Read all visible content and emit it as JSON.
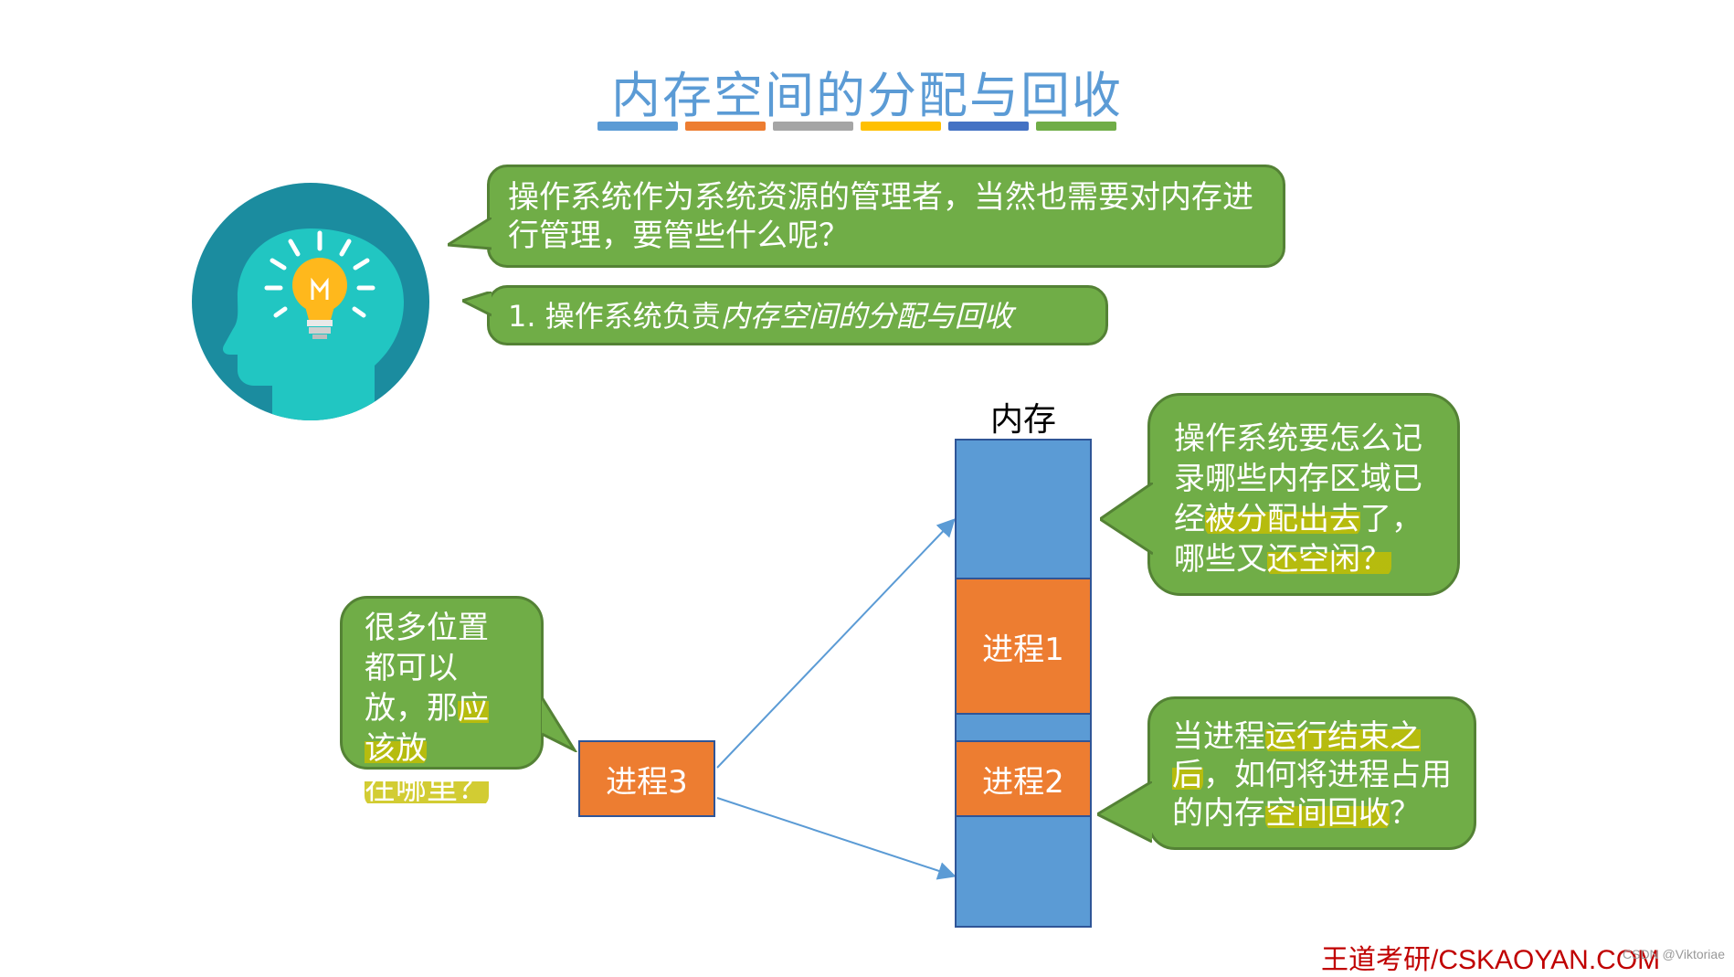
{
  "title": "内存空间的分配与回收",
  "title_bar_colors": [
    "#5b9bd5",
    "#ed7d31",
    "#a5a5a5",
    "#ffc000",
    "#4472c4",
    "#70ad47"
  ],
  "bubbles": {
    "question": "操作系统作为系统资源的管理者，当然也需要对内存进行管理，要管些什么呢？",
    "point1_prefix": "1. 操作系统负责",
    "point1_emph": "内存空间的分配与回收",
    "record": {
      "part1": "操作系统要怎么记录哪些内存区域已经",
      "hl1": "被分配出去",
      "part2": "了，哪些又",
      "hl2": "还空闲？"
    },
    "placement": {
      "part1": "很多位置都可以放，那",
      "hl1": "应该放",
      "hl2": "在哪里？"
    },
    "reclaim": {
      "part1": "当进程",
      "hl1": "运行结束之后",
      "part2": "，如何将进程占用的内存",
      "hl2": "空间回收",
      "part3": "？"
    }
  },
  "memory": {
    "label": "内存",
    "process1": "进程1",
    "process2": "进程2"
  },
  "process3": "进程3",
  "footer": "王道考研/CSKAOYAN.COM",
  "watermark": "CSDN @Viktoriae",
  "colors": {
    "green": "#70ad47",
    "blue": "#5b9bd5",
    "orange": "#ed7d31",
    "title": "#5b9bd5",
    "footer": "#c00000"
  },
  "icons": [
    "head-lightbulb-icon"
  ]
}
